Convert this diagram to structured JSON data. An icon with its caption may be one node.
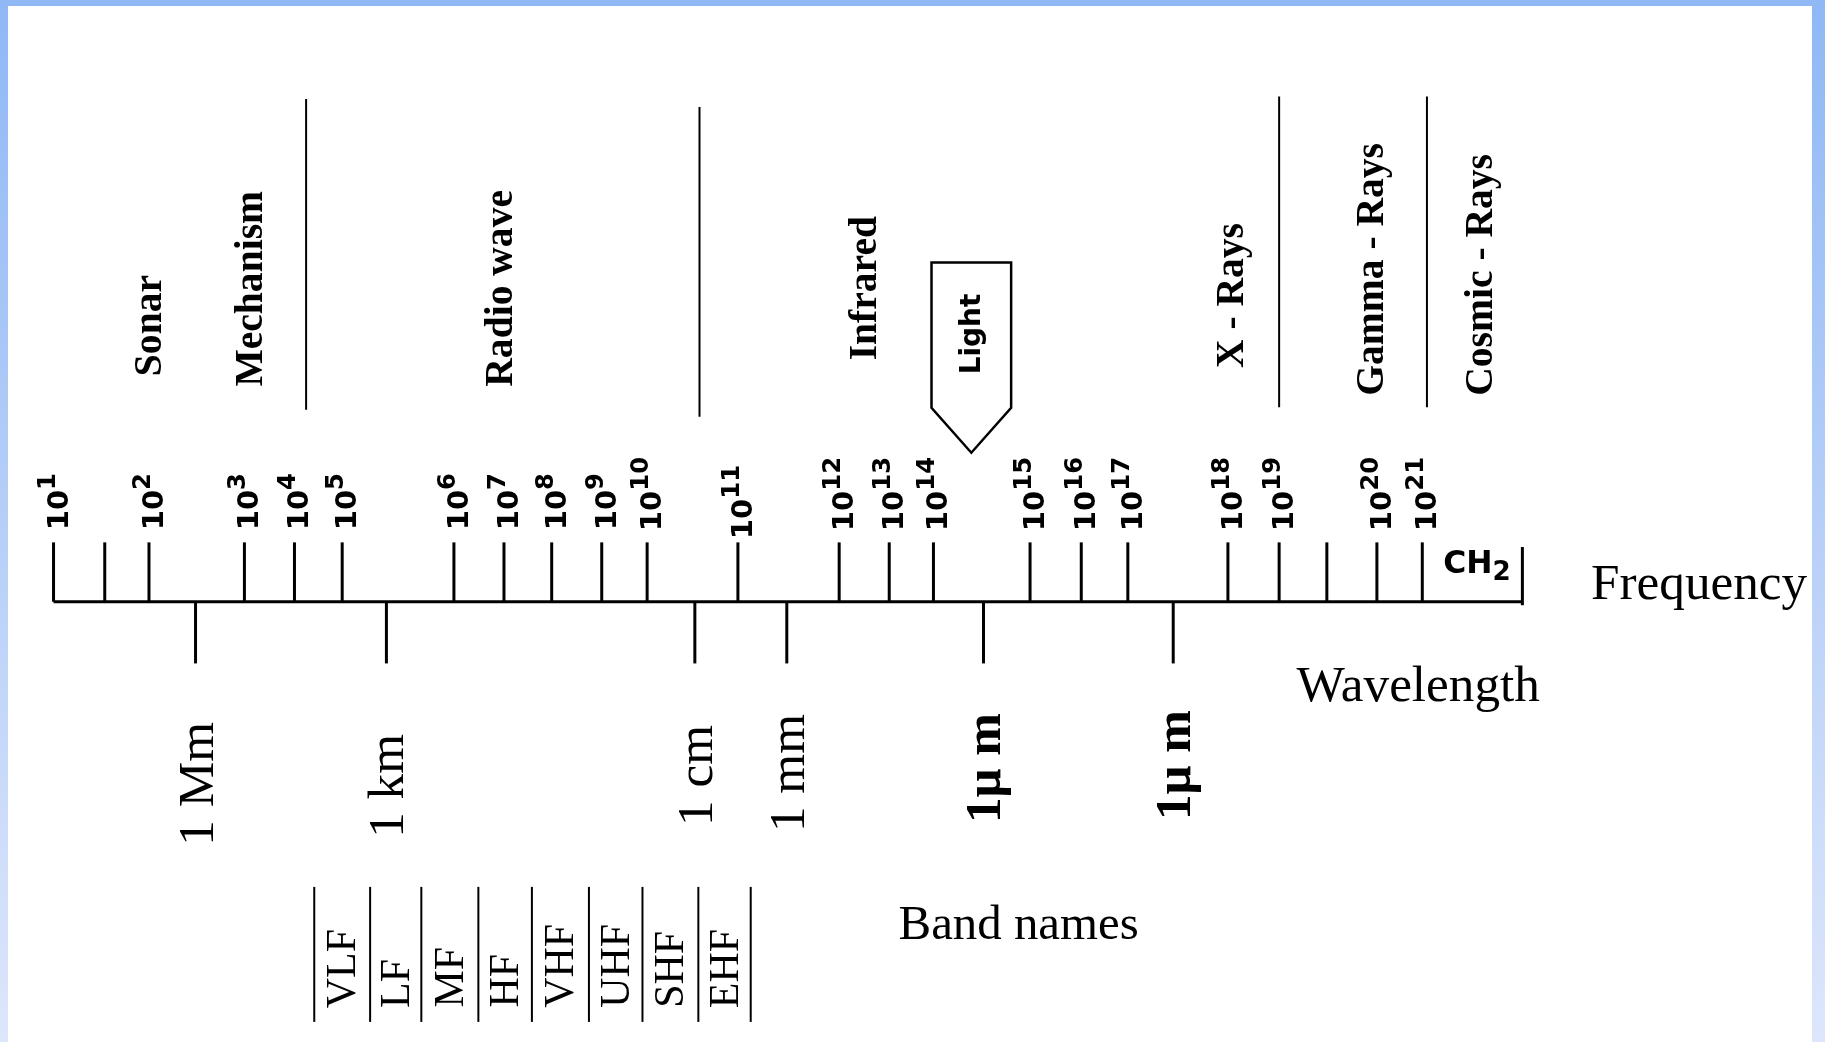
{
  "diagram": {
    "nodes": [
      {
        "text": [
          "Light"
        ]
      }
    ],
    "edges": [],
    "labels": [
      "Sonar",
      "Mechanism",
      "Radio wave",
      "Infrared",
      "X - Rays",
      "Gamma - Rays",
      "Cosmic - Rays",
      "10$^{1}$",
      "10$^{2}$",
      "10$^{3}$",
      "10$^{4}$",
      "10$^{5}$",
      "10$^{6}$",
      "10$^{7}$",
      "10$^{8}$",
      "10$^{9}$",
      "10$^{10}$",
      "10$^{11}$",
      "10$^{12}$",
      "10$^{13}$",
      "10$^{14}$",
      "10$^{15}$",
      "10$^{16}$",
      "10$^{17}$",
      "10$^{18}$",
      "10$^{19}$",
      "10$^{20}$",
      "10$^{21}$",
      "CH$_{2}$",
      "Frequency",
      "Wavelength",
      "1 Mm",
      "1 km",
      "1 cm",
      "1 mm",
      "1μ m",
      "1μ m",
      "Band names",
      "VLF",
      "LF",
      "MF",
      "HF",
      "VHF",
      "UHF",
      "SHF",
      "EHF"
    ]
  }
}
